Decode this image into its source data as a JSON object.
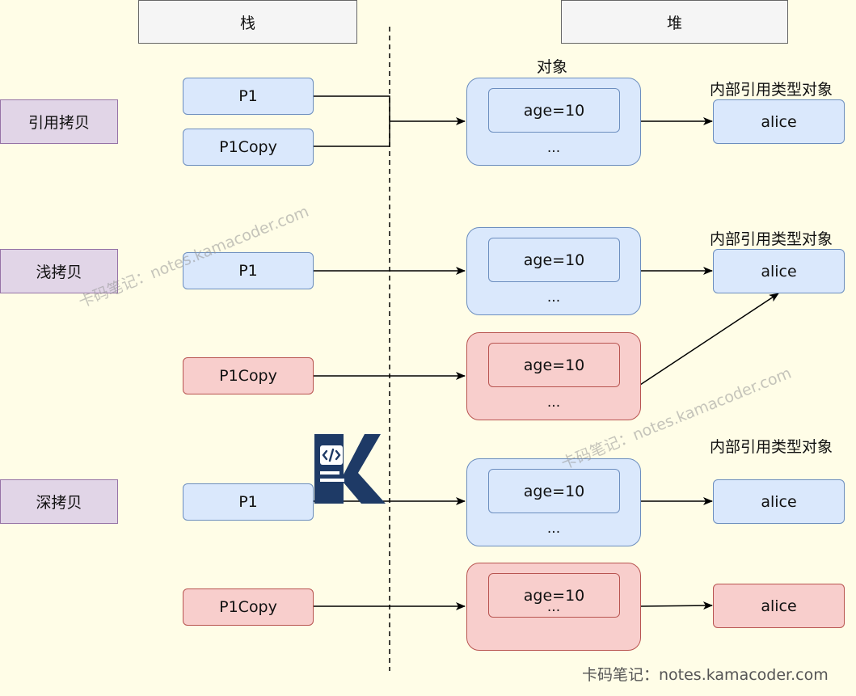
{
  "headers": {
    "stack": "栈",
    "heap": "堆"
  },
  "categories": {
    "reference_copy": "引用拷贝",
    "shallow_copy": "浅拷贝",
    "deep_copy": "深拷贝"
  },
  "object_label": "对象",
  "inner_ref_label": "内部引用类型对象",
  "vars": {
    "p1": "P1",
    "p1copy": "P1Copy"
  },
  "field": "age=10",
  "ellipsis": "...",
  "ref_value": "alice",
  "watermark": "卡码笔记：notes.kamacoder.com",
  "footer": "卡码笔记：notes.kamacoder.com",
  "colors": {
    "background": "#fffde7",
    "original_fill": "#dae8fc",
    "original_stroke": "#6c8ebf",
    "copy_fill": "#f8cecc",
    "copy_stroke": "#b85450",
    "category_fill": "#e1d5e7",
    "category_stroke": "#9673a6",
    "logo": "#1e3a66"
  },
  "icons": {
    "logo": "kamacoder-logo-icon"
  }
}
